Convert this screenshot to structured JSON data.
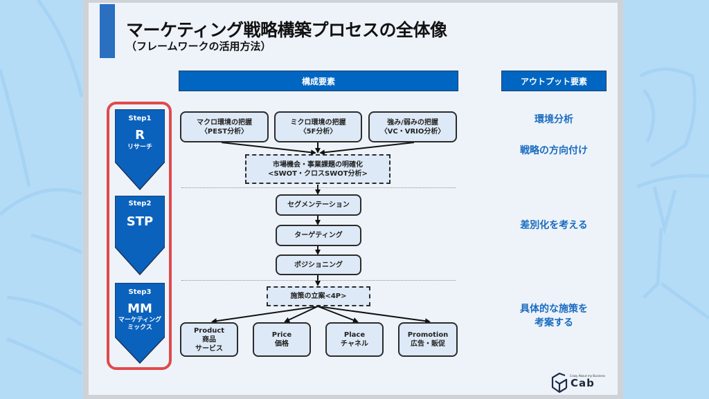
{
  "slide": {
    "title": "マーケティング戦略構築プロセスの全体像",
    "subtitle": "（フレームワークの活用方法）",
    "colors": {
      "accent_blue": "#0066c2",
      "title_bar": "#2a6fc0",
      "highlight_red": "#e04a4a",
      "output_text": "#1a6cc0",
      "box_fill": "#dde9f6",
      "background": "#b5dcf7"
    }
  },
  "headers": {
    "components": "構成要素",
    "outputs": "アウトプット要素"
  },
  "steps": [
    {
      "label": "Step1",
      "code": "R",
      "name": "リサーチ"
    },
    {
      "label": "Step2",
      "code": "STP",
      "name": ""
    },
    {
      "label": "Step3",
      "code": "MM",
      "name": "マーケティング\nミックス",
      "name_line1": "マーケティング",
      "name_line2": "ミックス"
    }
  ],
  "research": {
    "boxes": [
      {
        "line1": "マクロ環境の把握",
        "line2": "〈PEST分析〉"
      },
      {
        "line1": "ミクロ環境の把握",
        "line2": "〈5F分析〉"
      },
      {
        "line1": "強み/弱みの把握",
        "line2": "〈VC・VRIO分析〉"
      }
    ],
    "summary": {
      "line1": "市場機会・事業課題の明確化",
      "line2": "<SWOT・クロスSWOT分析>"
    }
  },
  "stp": {
    "boxes": [
      "セグメンテーション",
      "ターゲティング",
      "ポジショニング"
    ]
  },
  "mm": {
    "plan": "施策の立案<4P>",
    "boxes": [
      {
        "line1": "Product",
        "line2": "商品",
        "line3": "サービス"
      },
      {
        "line1": "Price",
        "line2": "価格",
        "line3": ""
      },
      {
        "line1": "Place",
        "line2": "チャネル",
        "line3": ""
      },
      {
        "line1": "Promotion",
        "line2": "広告・販促",
        "line3": ""
      }
    ]
  },
  "outputs": [
    {
      "line1": "環境分析",
      "line2": ""
    },
    {
      "line1": "戦略の方向付け",
      "line2": ""
    },
    {
      "line1": "差別化を考える",
      "line2": ""
    },
    {
      "line1": "具体的な施策を",
      "line2": "考案する"
    }
  ],
  "logo": {
    "tagline": "Crazy About my Business",
    "name": "Cab"
  }
}
